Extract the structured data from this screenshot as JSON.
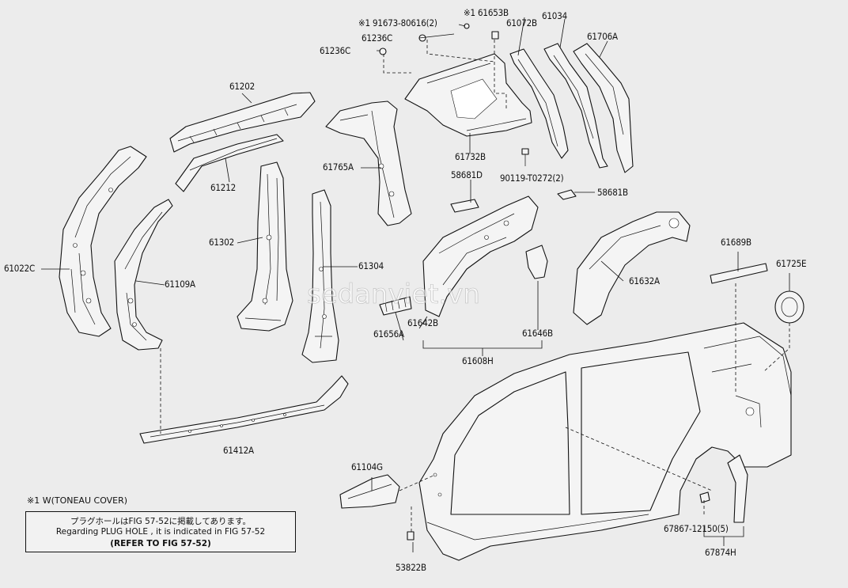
{
  "watermark": "sedanviet.vn",
  "parts": {
    "p91673": "※1 91673-80616(2)",
    "p61653B": "※1 61653B",
    "p61072B": "61072B",
    "p61034": "61034",
    "p61706A": "61706A",
    "p61236C_a": "61236C",
    "p61236C_b": "61236C",
    "p61202": "61202",
    "p61212": "61212",
    "p61765A": "61765A",
    "p61732B": "61732B",
    "p90119": "90119-T0272(2)",
    "p58681D": "58681D",
    "p58681B": "58681B",
    "p61022C": "61022C",
    "p61109A": "61109A",
    "p61302": "61302",
    "p61304": "61304",
    "p61642B": "61642B",
    "p61656A": "61656A",
    "p61646B": "61646B",
    "p61608H": "61608H",
    "p61632A": "61632A",
    "p61689B": "61689B",
    "p61725E": "61725E",
    "p61412A": "61412A",
    "p61104G": "61104G",
    "p67867": "67867-12150(5)",
    "p67874H": "67874H",
    "p53822B": "53822B"
  },
  "note": {
    "title": "※1 W(TONEAU COVER)",
    "line1": "プラグホールはFIG 57-52に掲載してあります。",
    "line2": "Regarding PLUG HOLE , it is indicated in FIG 57-52",
    "line3": "(REFER TO FIG 57-52)"
  }
}
